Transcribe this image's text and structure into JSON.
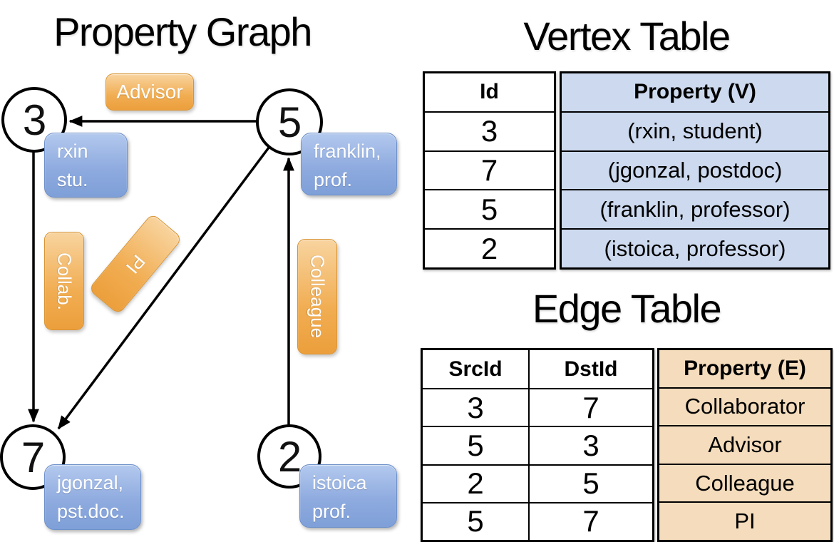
{
  "titles": {
    "graph": "Property Graph",
    "vertex_table": "Vertex Table",
    "edge_table": "Edge Table"
  },
  "graph": {
    "nodes": [
      {
        "id": "3",
        "property_line1": "rxin",
        "property_line2": "stu."
      },
      {
        "id": "5",
        "property_line1": "franklin,",
        "property_line2": "prof."
      },
      {
        "id": "7",
        "property_line1": "jgonzal,",
        "property_line2": "pst.doc."
      },
      {
        "id": "2",
        "property_line1": "istoica",
        "property_line2": "prof."
      }
    ],
    "edge_labels": [
      {
        "label": "Advisor"
      },
      {
        "label": "Collab."
      },
      {
        "label": "PI"
      },
      {
        "label": "Colleague"
      }
    ],
    "edges": [
      {
        "src": "5",
        "dst": "3",
        "label": "Advisor"
      },
      {
        "src": "3",
        "dst": "7",
        "label": "Collab."
      },
      {
        "src": "5",
        "dst": "7",
        "label": "PI"
      },
      {
        "src": "2",
        "dst": "5",
        "label": "Colleague"
      }
    ]
  },
  "vertex_table": {
    "headers": {
      "id": "Id",
      "property": "Property (V)"
    },
    "rows": [
      {
        "id": "3",
        "property": "(rxin, student)"
      },
      {
        "id": "7",
        "property": "(jgonzal, postdoc)"
      },
      {
        "id": "5",
        "property": "(franklin, professor)"
      },
      {
        "id": "2",
        "property": "(istoica, professor)"
      }
    ]
  },
  "edge_table": {
    "headers": {
      "src": "SrcId",
      "dst": "DstId",
      "property": "Property (E)"
    },
    "rows": [
      {
        "src": "3",
        "dst": "7",
        "property": "Collaborator"
      },
      {
        "src": "5",
        "dst": "3",
        "property": "Advisor"
      },
      {
        "src": "2",
        "dst": "5",
        "property": "Colleague"
      },
      {
        "src": "5",
        "dst": "7",
        "property": "PI"
      }
    ]
  },
  "colors": {
    "vertex_box_blue": "#8fabdf",
    "edge_label_orange": "#f0aa4f",
    "vertex_cell_blue": "#ccd9ee",
    "edge_cell_orange": "#f4dcbc",
    "line_black": "#000000"
  }
}
